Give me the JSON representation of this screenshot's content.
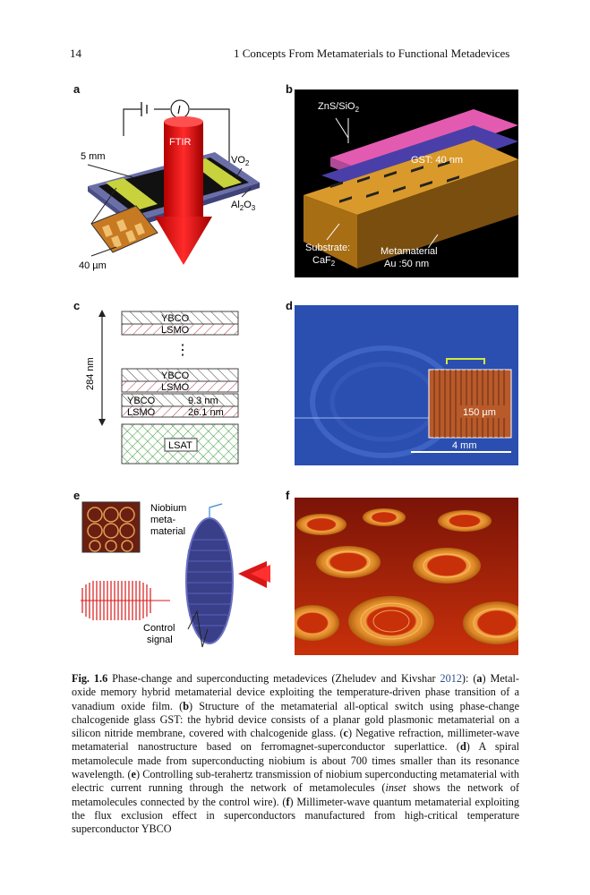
{
  "header": {
    "page_number": "14",
    "chapter": "1   Concepts From Metamaterials to Functional Metadevices"
  },
  "panels": {
    "a": {
      "label": "a",
      "ftir": "FTIR",
      "size_5mm": "5 mm",
      "vo2": "VO",
      "vo2_sub": "2",
      "al2o3_a": "Al",
      "al2o3_s1": "2",
      "al2o3_o": "O",
      "al2o3_s2": "3",
      "size_40um": "40 µm",
      "current": "I"
    },
    "b": {
      "label": "b",
      "zns": "ZnS/SiO",
      "zns_sub": "2",
      "gst": "GST: 40 nm",
      "substrate": "Substrate:",
      "caf": "CaF",
      "caf_sub": "2",
      "meta": "Metamaterial",
      "au": "Au :50 nm"
    },
    "c": {
      "label": "c",
      "ybco": "YBCO",
      "lsmo": "LSMO",
      "dots": "⋮",
      "thick": "284 nm",
      "ybco_t": "9.3 nm",
      "lsmo_t": "26.1 nm",
      "lsat": "LSAT"
    },
    "d": {
      "label": "d",
      "inset_scale": "150 µm",
      "scale": "4 mm"
    },
    "e": {
      "label": "e",
      "nb1": "Niobium",
      "nb2": "meta-",
      "nb3": "material",
      "ctrl1": "Control",
      "ctrl2": "signal"
    },
    "f": {
      "label": "f"
    }
  },
  "caption": {
    "fig": "Fig. 1.6",
    "t1": " Phase-change and superconducting metadevices (Zheludev and Kivshar ",
    "year": "2012",
    "t2": "): (",
    "a": "a",
    "t3": ") Metal-oxide memory hybrid metamaterial device exploiting the temperature-driven phase transition of a vanadium oxide film. (",
    "b": "b",
    "t4": ") Structure of the metamaterial all-optical switch using phase-change chalcogenide glass GST: the hybrid device consists of a planar gold plasmonic metamaterial on a silicon nitride membrane, covered with chalcogenide glass. (",
    "c": "c",
    "t5": ") Negative refraction, millimeter-wave metamaterial nanostructure based on ferromagnet-superconductor superlattice. (",
    "d": "d",
    "t6": ") A spiral metamolecule made from superconducting niobium is about 700 times smaller than its resonance wavelength. (",
    "e": "e",
    "t7": ") Controlling sub-terahertz transmission of niobium superconducting metamaterial with electric current running through the network of metamolecules (",
    "inset": "inset",
    "t8": " shows the network of metamolecules connected by the control wire). (",
    "f": "f",
    "t9": ") Millimeter-wave quantum metamaterial exploiting the flux exclusion effect in superconductors manufactured from high-critical temperature superconductor YBCO"
  }
}
